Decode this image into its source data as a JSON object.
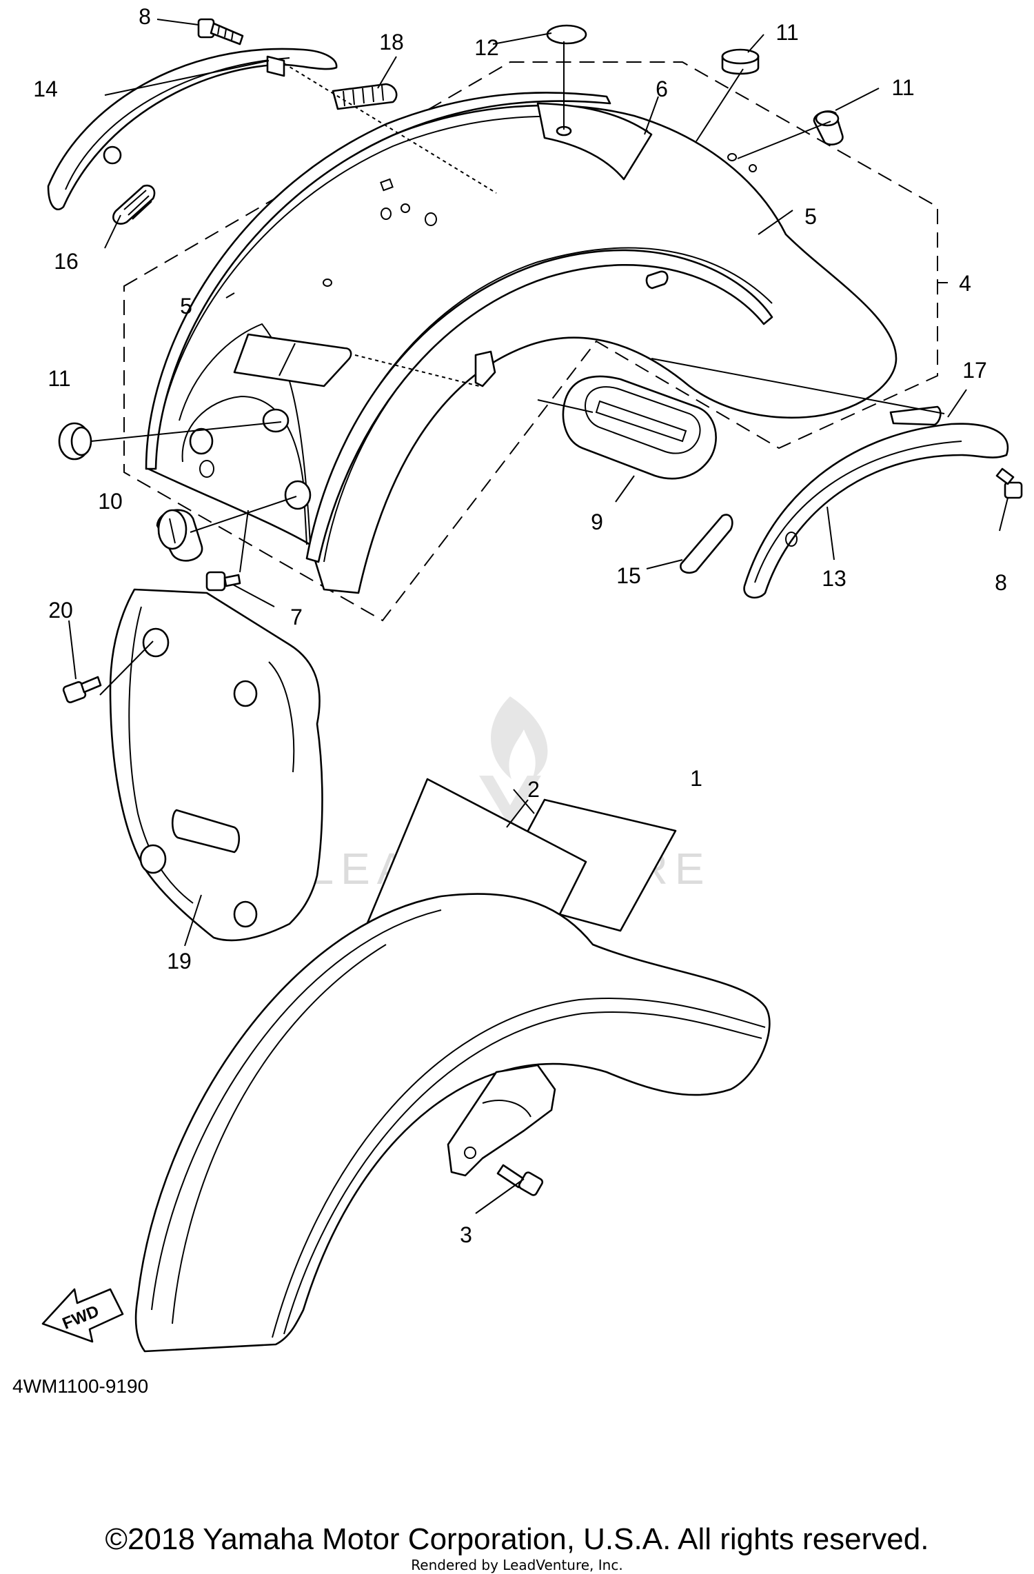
{
  "callouts": {
    "c1": "1",
    "c2": "2",
    "c3": "3",
    "c4": "4",
    "c5a": "5",
    "c5b": "5",
    "c6": "6",
    "c7": "7",
    "c8a": "8",
    "c8b": "8",
    "c9": "9",
    "c10": "10",
    "c11a": "11",
    "c11b": "11",
    "c11c": "11",
    "c12": "12",
    "c13": "13",
    "c14": "14",
    "c15": "15",
    "c16": "16",
    "c17": "17",
    "c18": "18",
    "c19": "19",
    "c20": "20"
  },
  "diagram_code": "4WM1100-9190",
  "direction_arrow": "FWD",
  "watermark": "LEADVENTURE",
  "copyright": "©2018 Yamaha Motor Corporation, U.S.A. All rights reserved.",
  "rendered_by": "Rendered by LeadVenture, Inc."
}
